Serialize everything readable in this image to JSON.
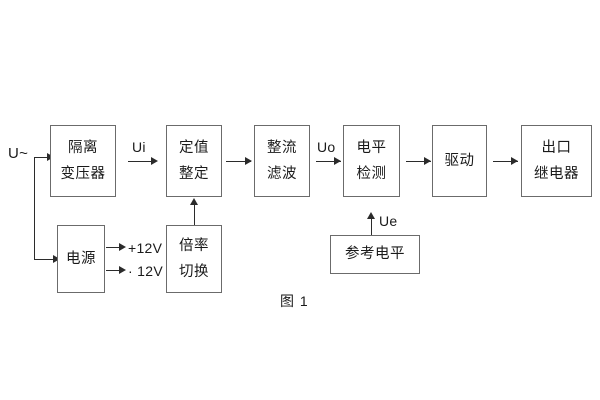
{
  "figure": {
    "caption": "图 1",
    "background_color": "#ffffff",
    "box_border_color": "#6b6b6b",
    "line_color": "#2b2b2b",
    "text_color": "#1a1a1a"
  },
  "blocks": [
    {
      "id": "isolation-transformer",
      "lines": [
        "隔离",
        "变压器"
      ]
    },
    {
      "id": "setting-value",
      "lines": [
        "定值",
        "整定"
      ]
    },
    {
      "id": "rectify-filter",
      "lines": [
        "整流",
        "滤波"
      ]
    },
    {
      "id": "level-detection",
      "lines": [
        "电平",
        "检测"
      ]
    },
    {
      "id": "drive",
      "lines": [
        "驱动"
      ]
    },
    {
      "id": "output-relay",
      "lines": [
        "出口",
        "继电器"
      ]
    },
    {
      "id": "power-supply",
      "lines": [
        "电源"
      ]
    },
    {
      "id": "multiplier-switch",
      "lines": [
        "倍率",
        "切换"
      ]
    },
    {
      "id": "reference-level",
      "lines": [
        "参考电平"
      ]
    }
  ],
  "signals": {
    "input_source": "U~",
    "ui": "Ui",
    "uo": "Uo",
    "ue": "Ue",
    "rail_positive": "+12V",
    "rail_negative": "· 12V"
  }
}
